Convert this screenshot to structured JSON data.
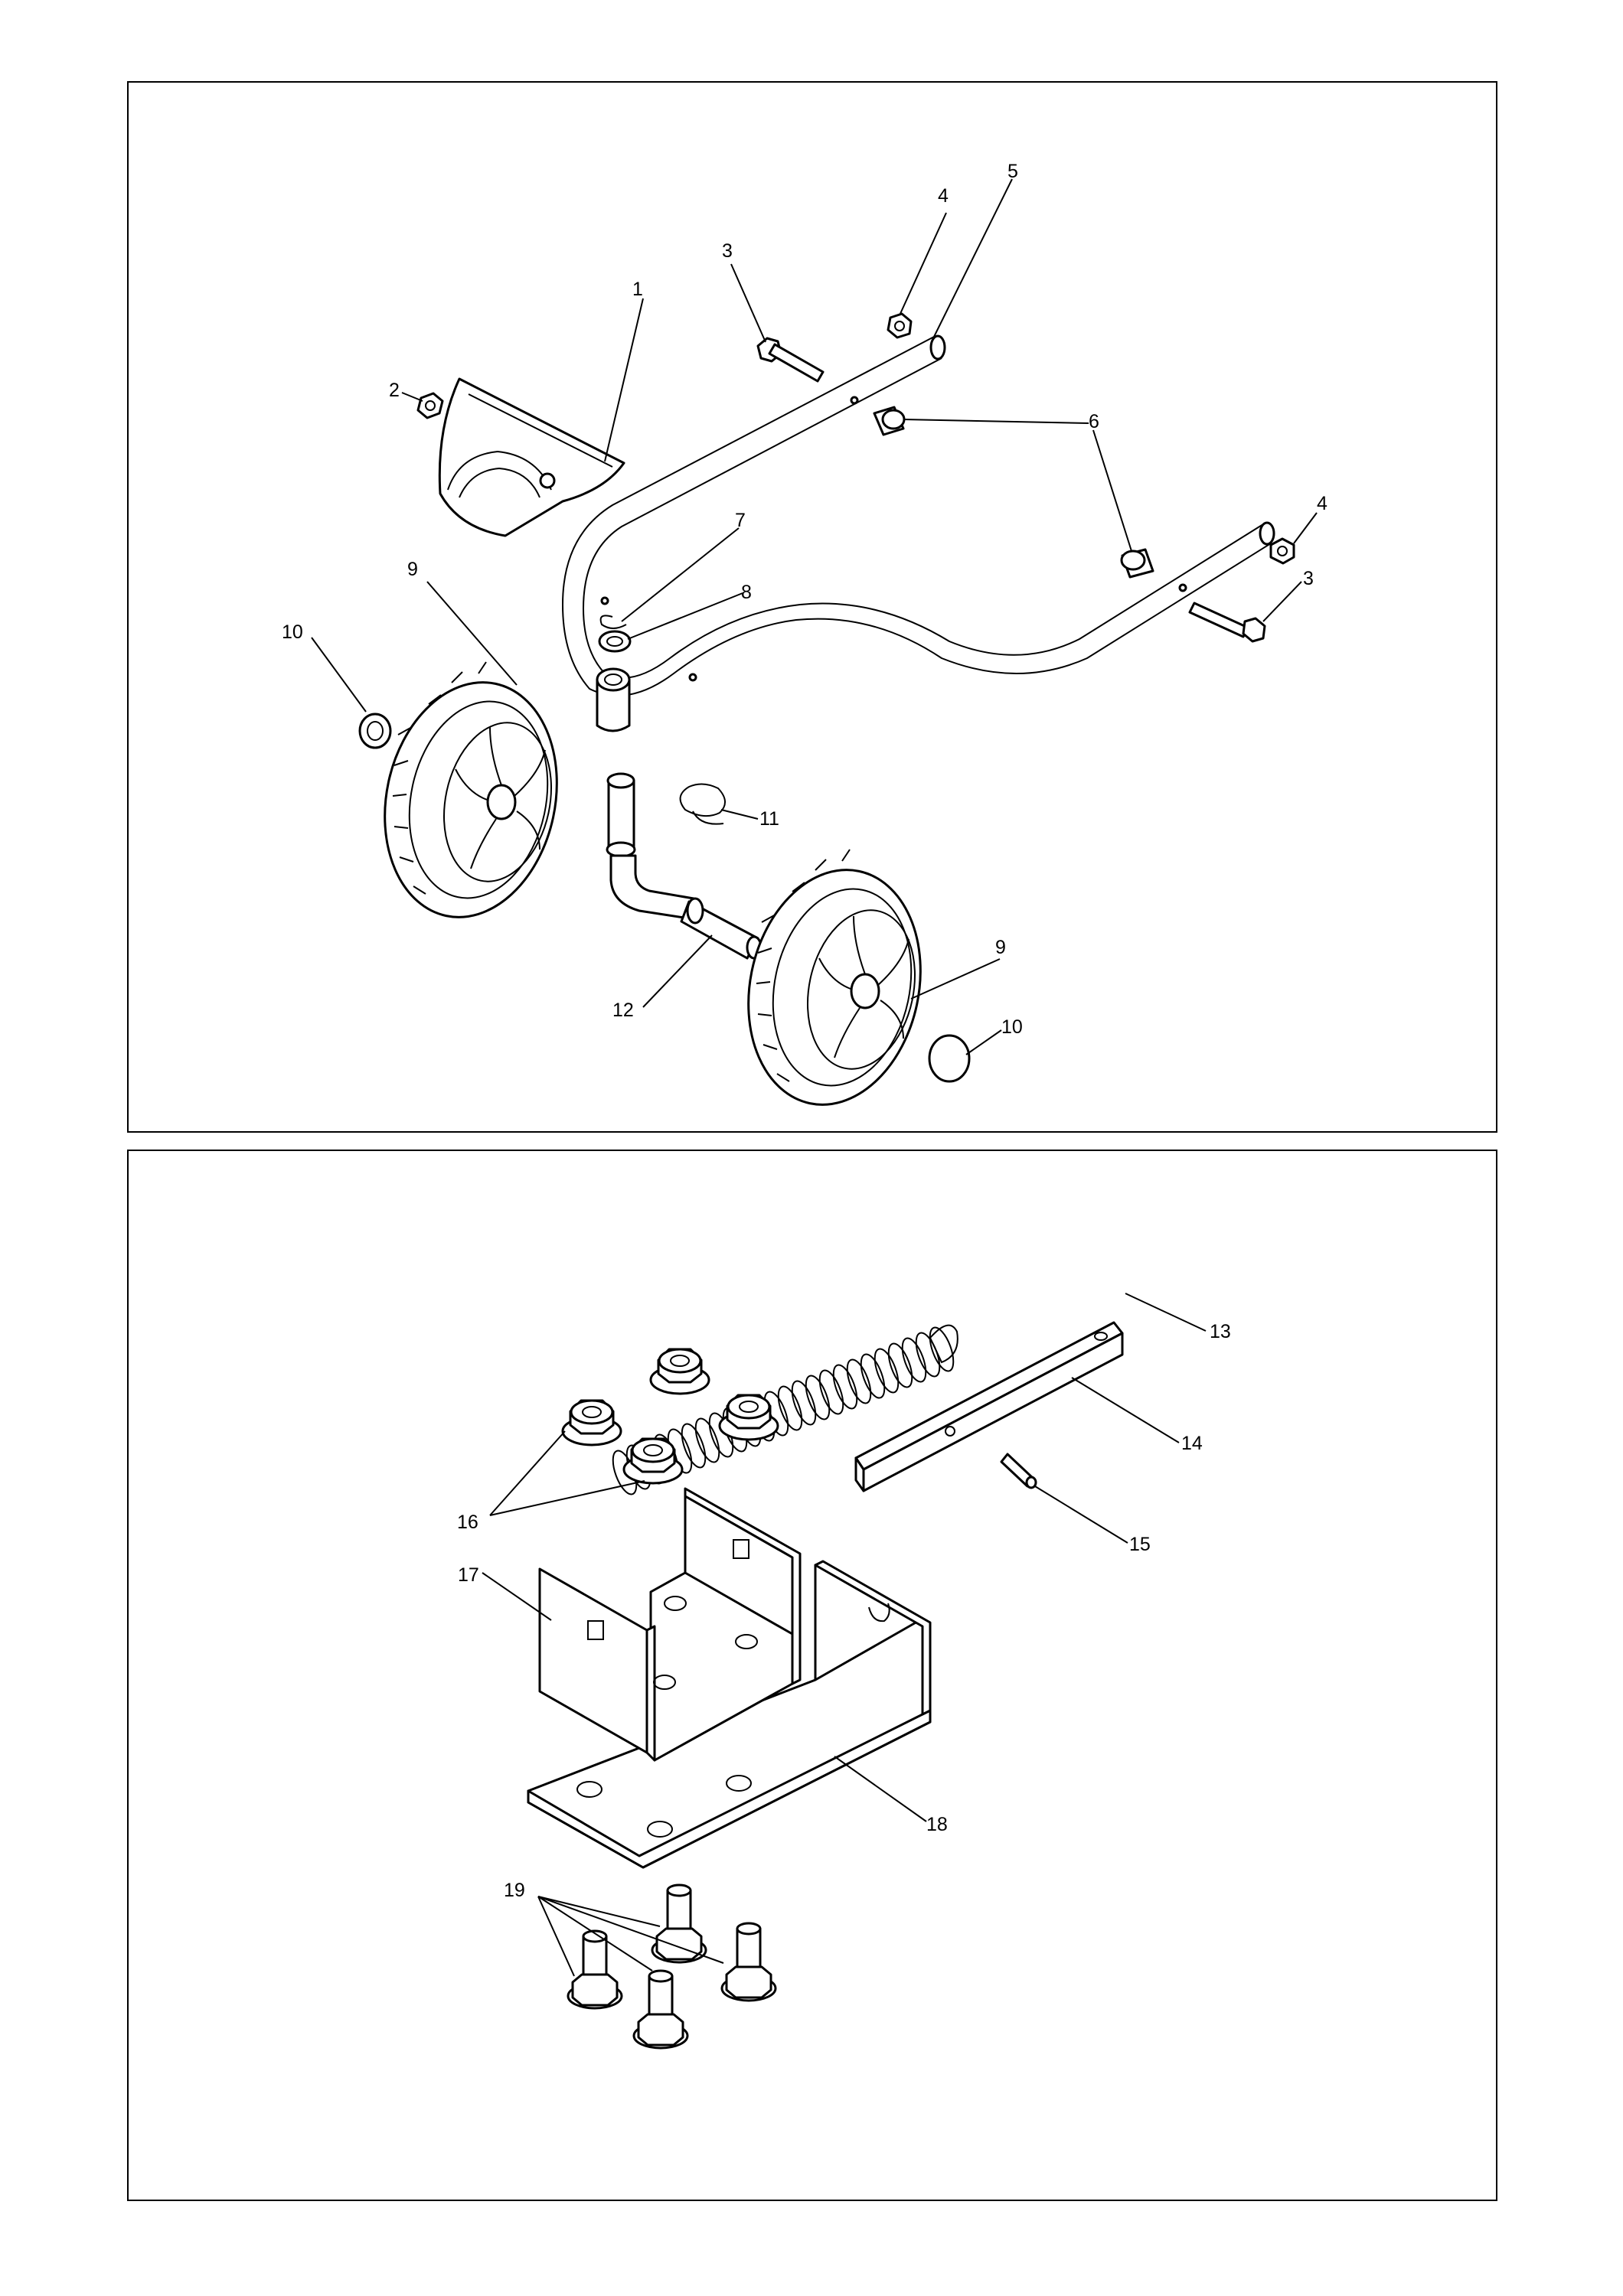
{
  "panels": [
    {
      "callouts": [
        {
          "id": "c1",
          "text": "1"
        },
        {
          "id": "c2",
          "text": "2"
        },
        {
          "id": "c3a",
          "text": "3"
        },
        {
          "id": "c3b",
          "text": "3"
        },
        {
          "id": "c4a",
          "text": "4"
        },
        {
          "id": "c4b",
          "text": "4"
        },
        {
          "id": "c5",
          "text": "5"
        },
        {
          "id": "c6",
          "text": "6"
        },
        {
          "id": "c7",
          "text": "7"
        },
        {
          "id": "c8",
          "text": "8"
        },
        {
          "id": "c9a",
          "text": "9"
        },
        {
          "id": "c9b",
          "text": "9"
        },
        {
          "id": "c10a",
          "text": "10"
        },
        {
          "id": "c10b",
          "text": "10"
        },
        {
          "id": "c11",
          "text": "11"
        },
        {
          "id": "c12",
          "text": "12"
        }
      ]
    },
    {
      "callouts": [
        {
          "id": "c13",
          "text": "13"
        },
        {
          "id": "c14",
          "text": "14"
        },
        {
          "id": "c15",
          "text": "15"
        },
        {
          "id": "c16",
          "text": "16"
        },
        {
          "id": "c17",
          "text": "17"
        },
        {
          "id": "c18",
          "text": "18"
        },
        {
          "id": "c19",
          "text": "19"
        }
      ]
    }
  ]
}
